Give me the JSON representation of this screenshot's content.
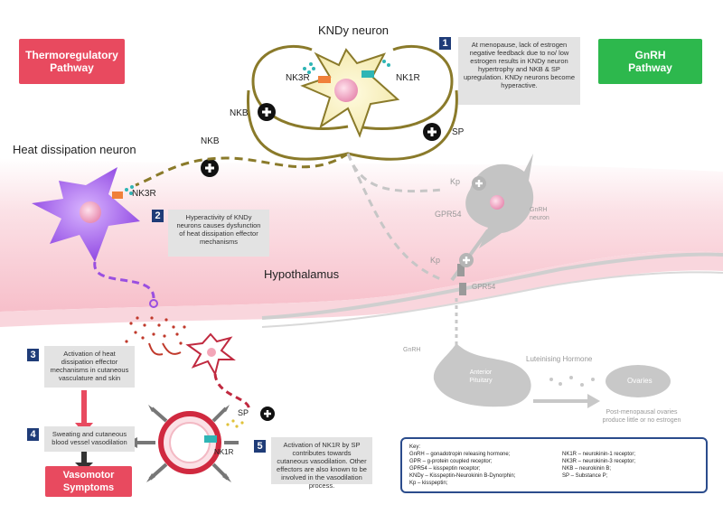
{
  "title": "KNDy neuron",
  "pathways": {
    "thermo": "Thermoregulatory Pathway",
    "gnrh": "GnRH Pathway"
  },
  "labels": {
    "heat_neuron": "Heat dissipation neuron",
    "hypothalamus": "Hypothalamus",
    "nk3r_top": "NK3R",
    "nk1r_top": "NK1R",
    "nkb_left": "NKB",
    "nkb_mid": "NKB",
    "sp_top": "SP",
    "nk3r_heat": "NK3R",
    "kp_top": "Kp",
    "gpr54_top": "GPR54",
    "kp_bottom": "Kp",
    "gpr54_bottom": "GPR54",
    "gnrh_neuron": "GnRH neuron",
    "gnrh": "GnRH",
    "anterior_pituitary": "Anterior Pituitary",
    "luteinising": "Luteinising Hormone",
    "ovaries": "Ovaries",
    "postmeno": "Post-menopausal ovaries produce little or no estrogen",
    "sp_vessel": "SP",
    "nk1r_vessel": "NK1R"
  },
  "steps": [
    {
      "num": "1",
      "text": "At menopause, lack of estrogen negative feedback due to no/ low estrogen results in KNDy neuron hypertrophy and NKB & SP upregulation. KNDy neurons become hyperactive."
    },
    {
      "num": "2",
      "text": "Hyperactivity of KNDy neurons causes dysfunction of heat dissipation effector mechanisms"
    },
    {
      "num": "3",
      "text": "Activation of heat dissipation effector mechanisms in cutaneous vasculature and skin"
    },
    {
      "num": "4",
      "text": "Sweating and cutaneous blood vessel vasodilation"
    },
    {
      "num": "5",
      "text": "Activation of NK1R by SP contributes towards cutaneous vasodilation. Other effectors are also known to be involved in the vasodilation process."
    }
  ],
  "outcome": "Vasomotor Symptoms",
  "key": {
    "heading": "Key:",
    "left": [
      "GnRH – gonadotropin releasing hormone;",
      "GPR – g-protein coupled receptor;",
      "GPR54 – kisspeptin receptor;",
      "KNDy – Kisspeptin-Neurokinin B-Dynorphin;",
      "Kp – kisspeptin;"
    ],
    "right": [
      "NK1R – neurokinin-1 receptor;",
      "NK3R – neurokinin-3 receptor;",
      "NKB – neurokinin B;",
      "SP – Substance P;"
    ]
  },
  "colors": {
    "thermo_pill": "#e84a5f",
    "gnrh_pill": "#2db84d",
    "kndy_outline": "#8a7a2a",
    "heat_neuron": "#9a4fe0",
    "step_badge": "#1f3c78",
    "vessel_red": "#d0293f",
    "pink_bg": "#fbd5dc"
  }
}
